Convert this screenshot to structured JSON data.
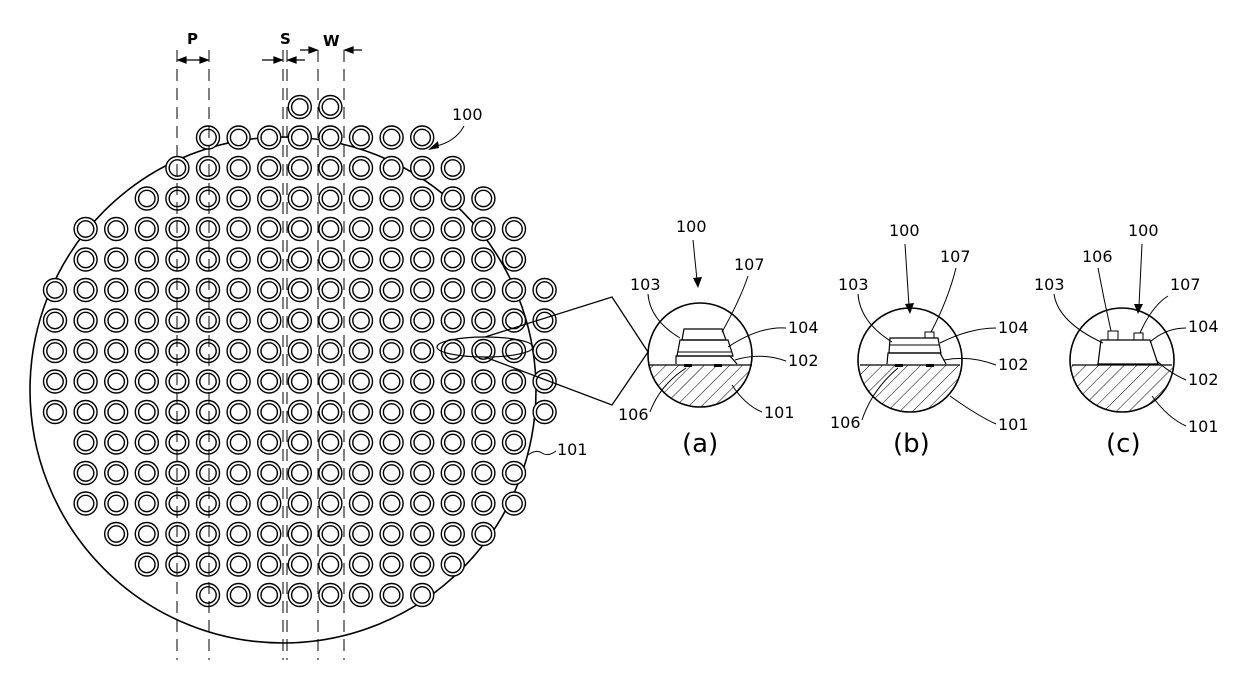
{
  "figure": {
    "dimension_labels": {
      "p": "P",
      "s": "S",
      "w": "W"
    },
    "wafer_labels": {
      "chip": "100",
      "substrate": "101"
    },
    "details": [
      {
        "caption": "(a)",
        "labels": {
          "chip": "100",
          "l103": "103",
          "l107": "107",
          "l104": "104",
          "l102": "102",
          "l106": "106",
          "l101": "101"
        }
      },
      {
        "caption": "(b)",
        "labels": {
          "chip": "100",
          "l103": "103",
          "l107": "107",
          "l104": "104",
          "l102": "102",
          "l106": "106",
          "l101": "101"
        }
      },
      {
        "caption": "(c)",
        "labels": {
          "chip": "100",
          "l106": "106",
          "l107": "107",
          "l103": "103",
          "l104": "104",
          "l102": "102",
          "l101": "101"
        }
      }
    ],
    "rows": [
      {
        "count": 2,
        "start": 8
      },
      {
        "count": 8,
        "start": 5
      },
      {
        "count": 10,
        "start": 4
      },
      {
        "count": 12,
        "start": 3
      },
      {
        "count": 15,
        "start": 1
      },
      {
        "count": 15,
        "start": 1
      },
      {
        "count": 17,
        "start": 0
      },
      {
        "count": 17,
        "start": 0
      },
      {
        "count": 17,
        "start": 0
      },
      {
        "count": 17,
        "start": 0
      },
      {
        "count": 17,
        "start": 0
      },
      {
        "count": 15,
        "start": 1
      },
      {
        "count": 15,
        "start": 1
      },
      {
        "count": 15,
        "start": 1
      },
      {
        "count": 13,
        "start": 2
      },
      {
        "count": 11,
        "start": 3
      },
      {
        "count": 8,
        "start": 5
      }
    ]
  }
}
